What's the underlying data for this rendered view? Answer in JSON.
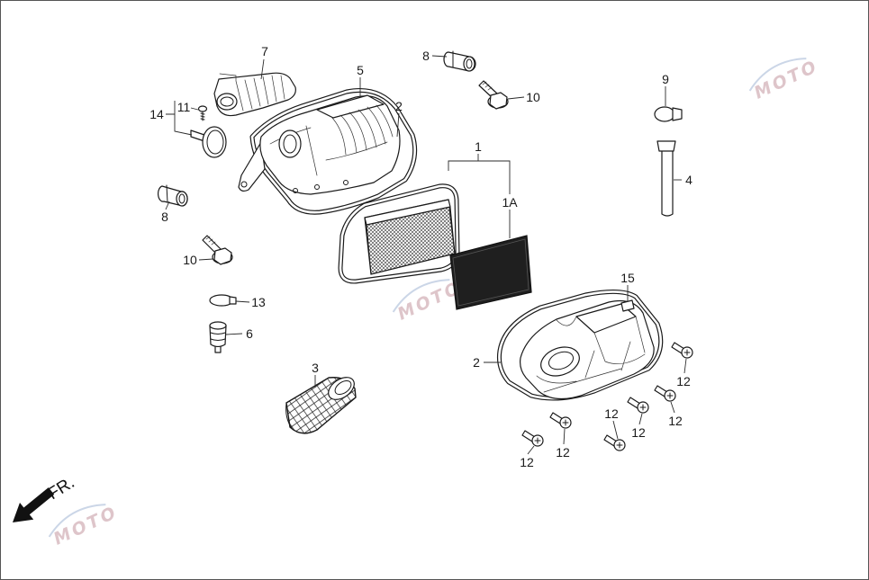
{
  "callouts": [
    "7",
    "5",
    "2",
    "14",
    "11",
    "8",
    "10",
    "9",
    "1",
    "1A",
    "4",
    "8",
    "10",
    "13",
    "6",
    "15",
    "2",
    "3",
    "12",
    "12",
    "12",
    "12",
    "12",
    "12"
  ],
  "direction": {
    "label": "FR.",
    "icon": "front-direction-arrow-icon"
  },
  "watermark": {
    "text": "MOTO"
  },
  "colors": {
    "line": "#1a1a1a",
    "background": "#ffffff",
    "filter_panel": "#1f1f1f",
    "watermark": "#c9a0a8"
  }
}
